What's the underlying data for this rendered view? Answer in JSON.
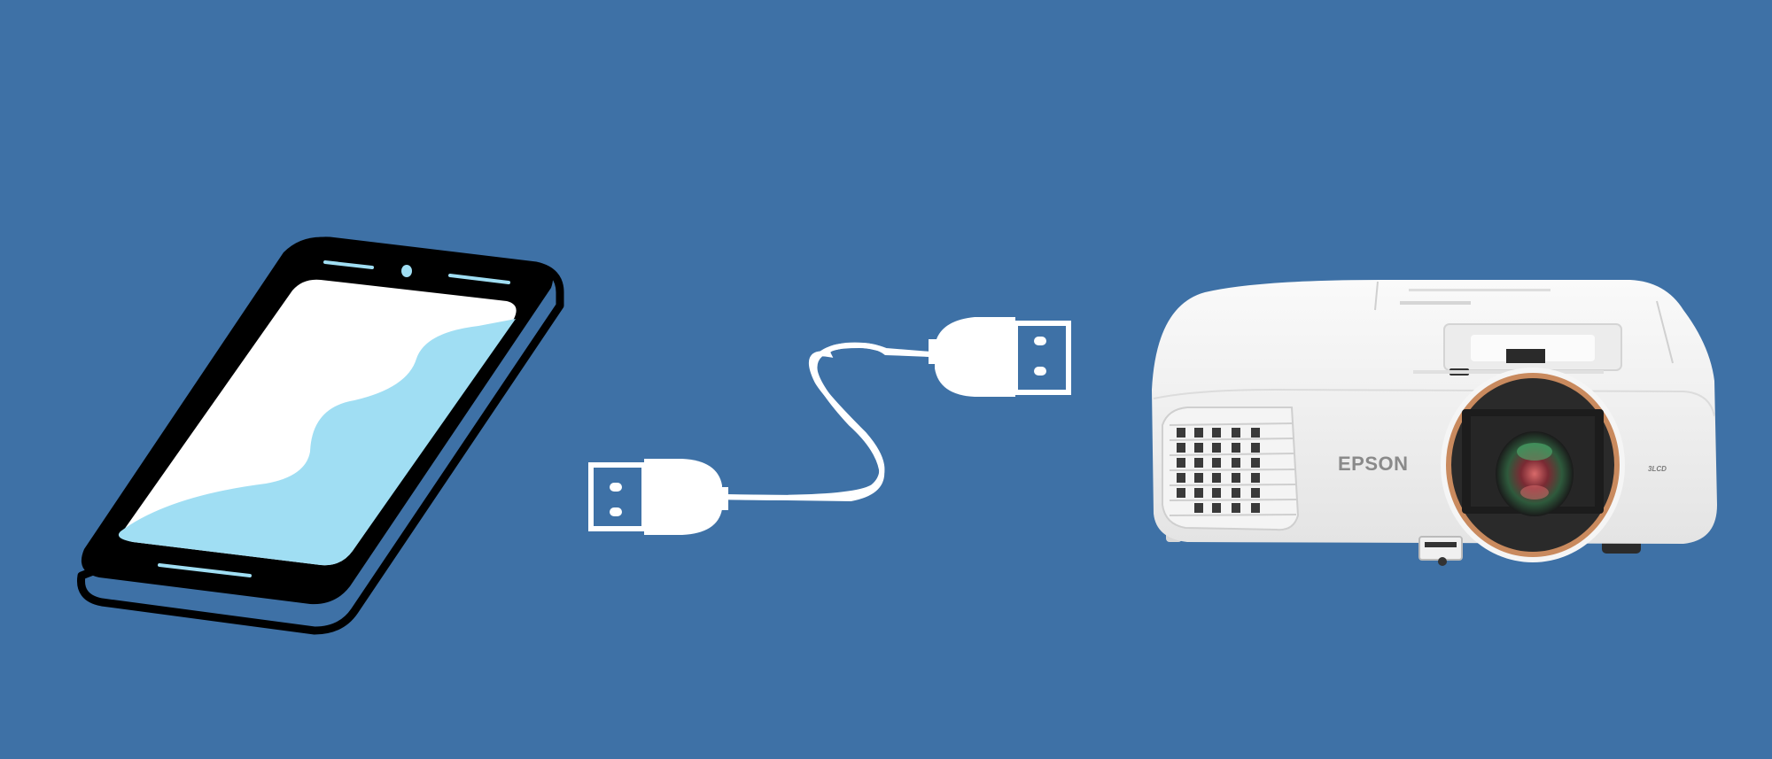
{
  "scene": {
    "description": "Smartphone connected via USB cable to a projector",
    "background_color": "#3E71A6"
  },
  "phone": {
    "body_color": "#000000",
    "side_color": "#3E71A6",
    "screen_color": "#FFFFFF",
    "wave_color": "#A0DEF3",
    "accent_color": "#A0DEF3"
  },
  "usb_cable": {
    "color": "#FFFFFF",
    "connectors": 2
  },
  "projector": {
    "brand_label": "EPSON",
    "badge_label": "3LCD",
    "body_color": "#F2F2F2",
    "ring_color": "#C98A5E",
    "lens_color": "#1E1E1E"
  },
  "colors": {
    "background": "#3E71A6",
    "accent": "#A0DEF3",
    "copper": "#C98A5E"
  }
}
